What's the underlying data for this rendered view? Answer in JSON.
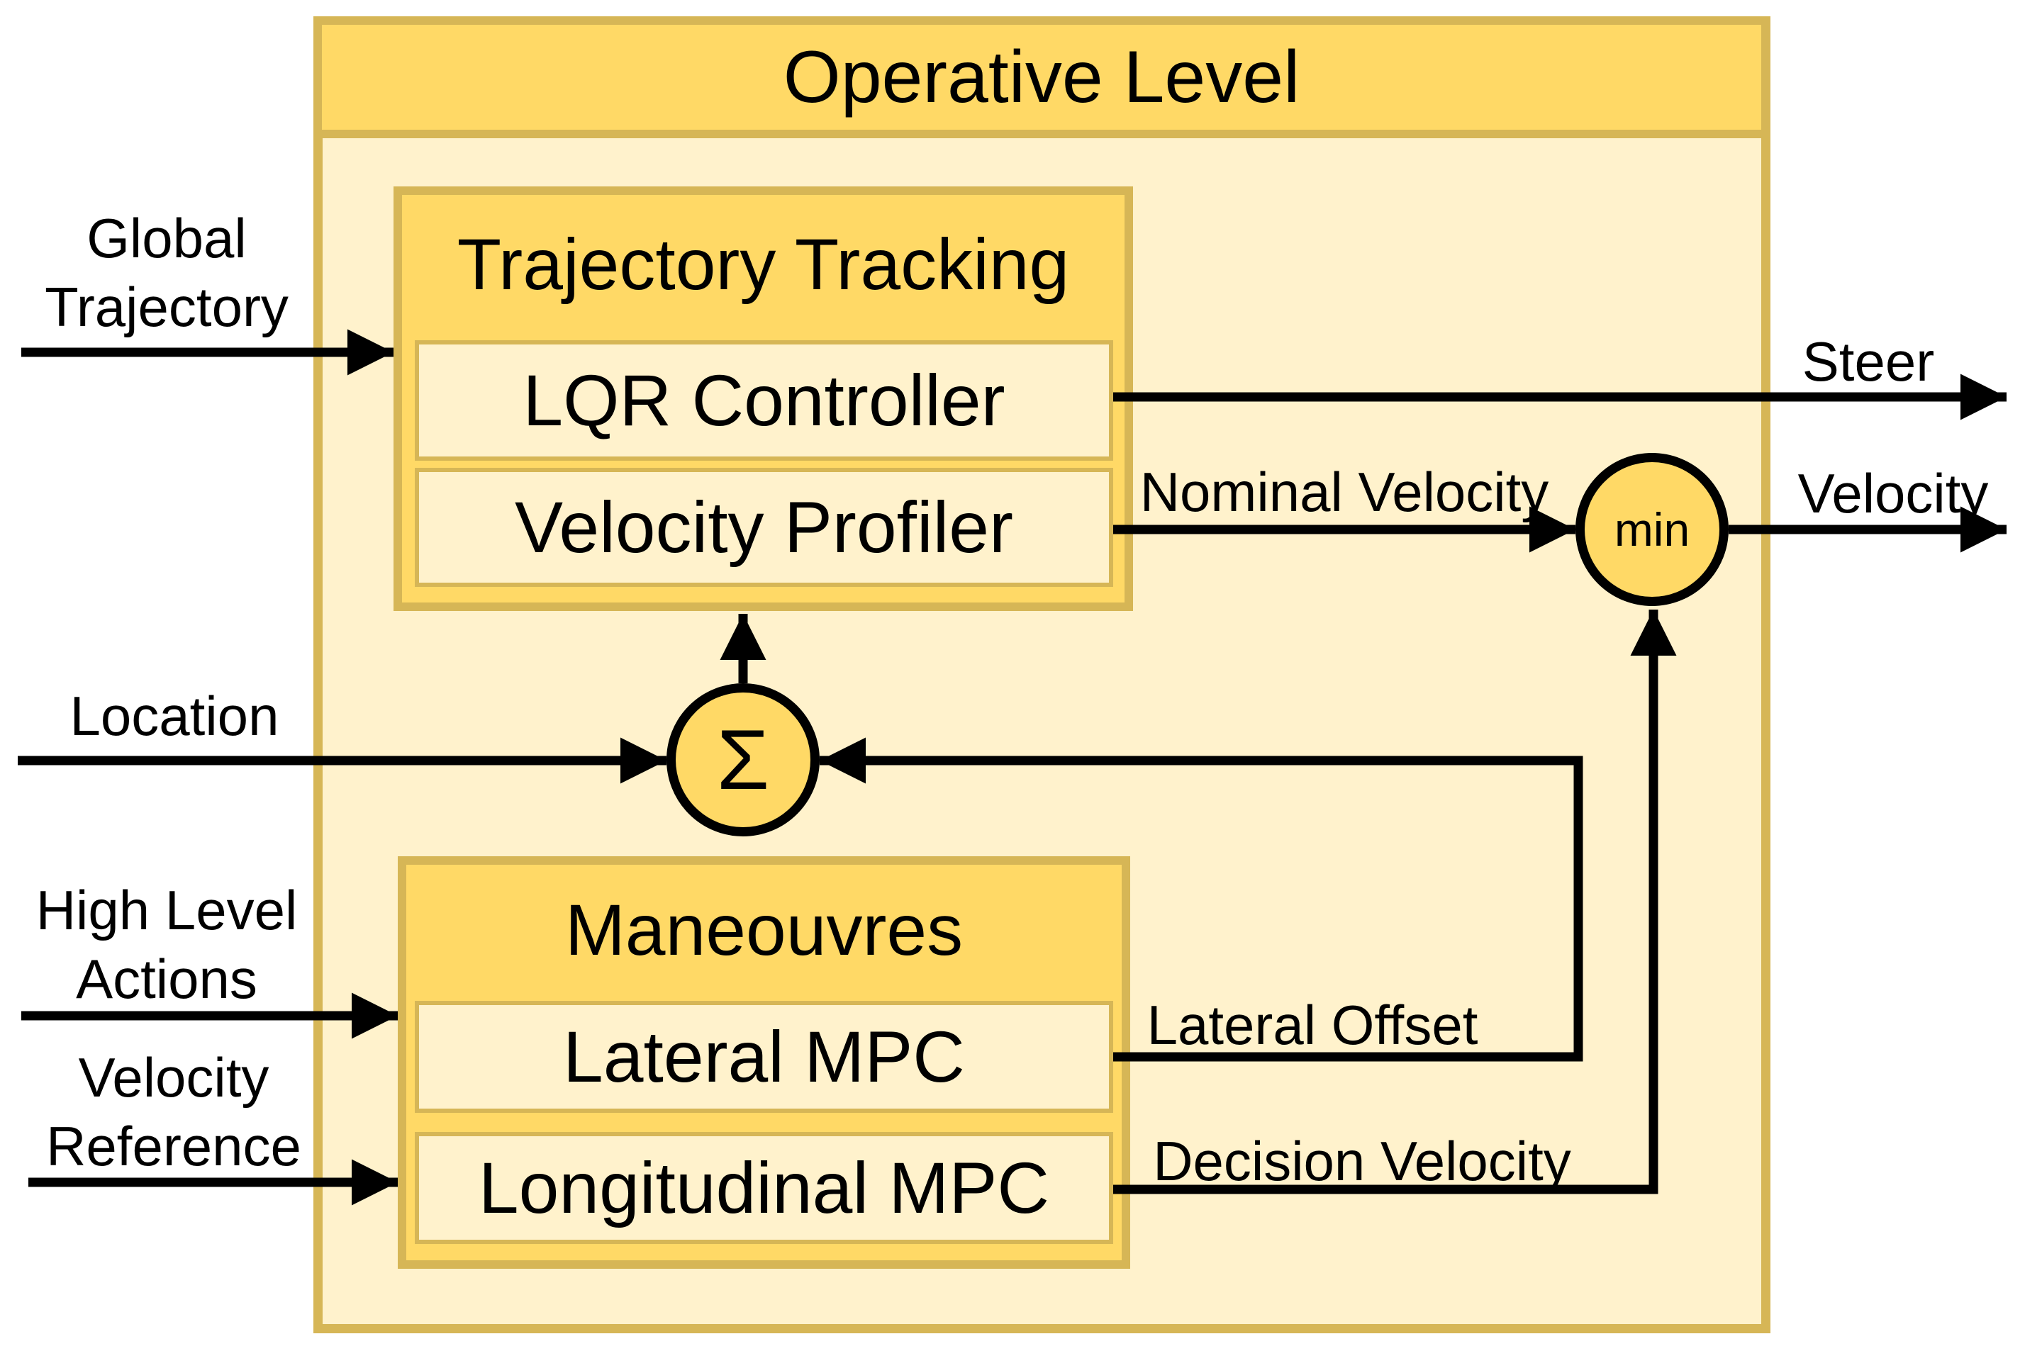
{
  "palette": {
    "fill_medium": "#FFD966",
    "fill_light": "#FFF2CC",
    "border": "#D6B656",
    "line": "#000000",
    "background": "#FFFFFF"
  },
  "container": {
    "title": "Operative Level"
  },
  "trajectory_tracking": {
    "header": "Trajectory Tracking",
    "lqr_controller": "LQR Controller",
    "velocity_profiler": "Velocity Profiler"
  },
  "maneouvres": {
    "header": "Maneouvres",
    "lateral_mpc": "Lateral MPC",
    "longitudinal_mpc": "Longitudinal MPC"
  },
  "junctions": {
    "sum": "Σ",
    "min": "min"
  },
  "inputs": {
    "global_trajectory": "Global\nTrajectory",
    "location": "Location",
    "high_level_actions": "High Level\nActions",
    "velocity_reference": "Velocity\nReference"
  },
  "outputs": {
    "steer": "Steer",
    "velocity": "Velocity"
  },
  "signals": {
    "nominal_velocity": "Nominal Velocity",
    "lateral_offset": "Lateral Offset",
    "decision_velocity": "Decision Velocity"
  }
}
